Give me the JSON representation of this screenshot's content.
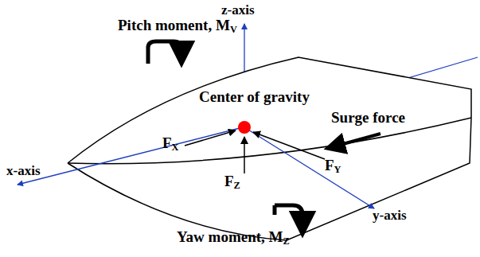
{
  "diagram": {
    "labels": [
      "z-axis",
      "Pitch moment, MV",
      "Center of gravity",
      "Surge force",
      "FX",
      "FZ",
      "FY",
      "x-axis",
      "y-axis",
      "Yaw moment, MZ"
    ]
  }
}
